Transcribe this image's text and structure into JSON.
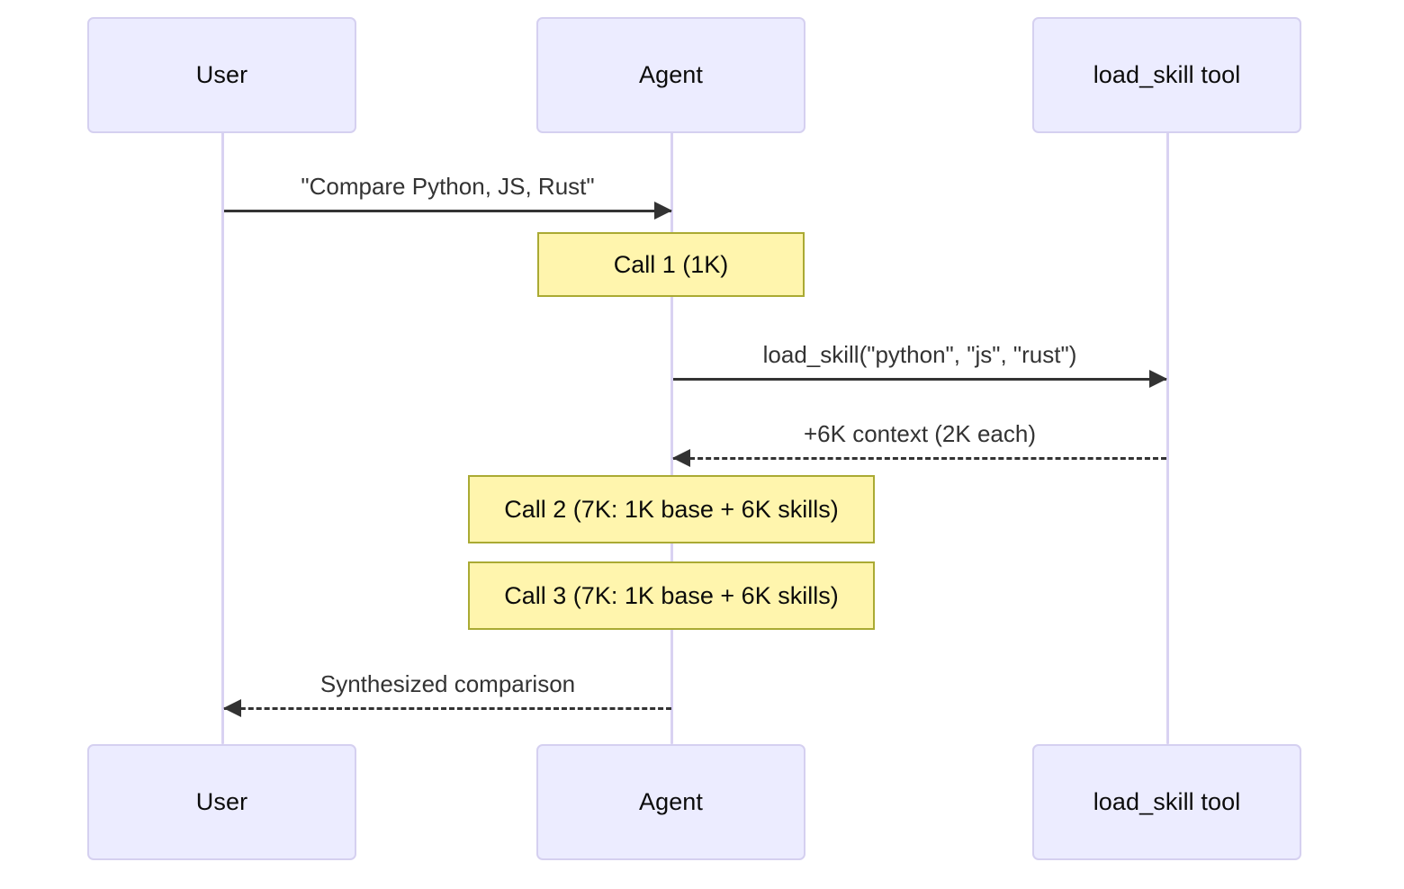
{
  "diagram": {
    "type": "sequence-diagram",
    "background_color": "#ffffff",
    "participant_fill": "#ececff",
    "participant_stroke": "#d5d0f0",
    "note_fill": "#fff5ad",
    "note_stroke": "#aaaa33",
    "lifeline_color": "#d9d2f2",
    "line_color": "#333333"
  },
  "participants": [
    {
      "id": "user",
      "label": "User"
    },
    {
      "id": "agent",
      "label": "Agent"
    },
    {
      "id": "tool",
      "label": "load_skill tool"
    }
  ],
  "participants_bottom": [
    {
      "id": "user",
      "label": "User"
    },
    {
      "id": "agent",
      "label": "Agent"
    },
    {
      "id": "tool",
      "label": "load_skill tool"
    }
  ],
  "messages": [
    {
      "id": "m1",
      "from": "user",
      "to": "agent",
      "label": "\"Compare Python, JS, Rust\"",
      "style": "solid",
      "direction": "right"
    },
    {
      "id": "m2",
      "from": "agent",
      "to": "tool",
      "label": "load_skill(\"python\", \"js\", \"rust\")",
      "style": "solid",
      "direction": "right"
    },
    {
      "id": "m3",
      "from": "tool",
      "to": "agent",
      "label": "+6K context (2K each)",
      "style": "dashed",
      "direction": "left"
    },
    {
      "id": "m4",
      "from": "agent",
      "to": "user",
      "label": "Synthesized comparison",
      "style": "dashed",
      "direction": "left"
    }
  ],
  "notes": [
    {
      "id": "n1",
      "over": "agent",
      "label": "Call 1 (1K)"
    },
    {
      "id": "n2",
      "over": "agent",
      "label": "Call 2 (7K: 1K base + 6K skills)"
    },
    {
      "id": "n3",
      "over": "agent",
      "label": "Call 3 (7K: 1K base + 6K skills)"
    }
  ]
}
